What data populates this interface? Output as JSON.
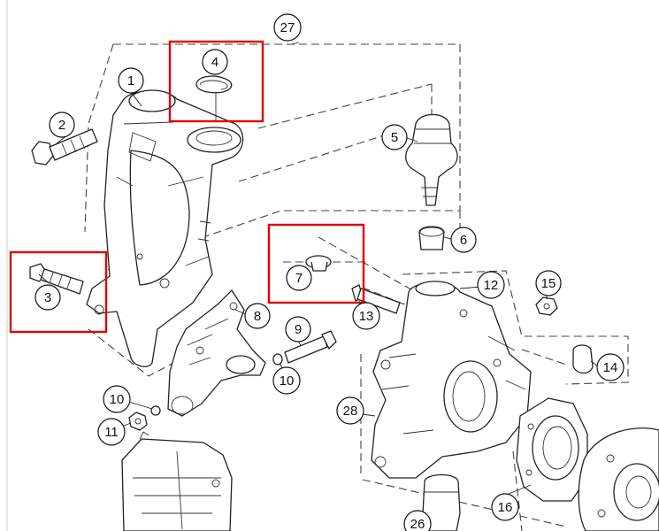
{
  "diagram": {
    "callouts": [
      {
        "id": "c27",
        "label": "27"
      },
      {
        "id": "c4",
        "label": "4"
      },
      {
        "id": "c1",
        "label": "1"
      },
      {
        "id": "c2",
        "label": "2"
      },
      {
        "id": "c5",
        "label": "5"
      },
      {
        "id": "c6",
        "label": "6"
      },
      {
        "id": "c7",
        "label": "7"
      },
      {
        "id": "c12",
        "label": "12"
      },
      {
        "id": "c15",
        "label": "15"
      },
      {
        "id": "c3",
        "label": "3"
      },
      {
        "id": "c13",
        "label": "13"
      },
      {
        "id": "c8",
        "label": "8"
      },
      {
        "id": "c9",
        "label": "9"
      },
      {
        "id": "c10a",
        "label": "10"
      },
      {
        "id": "c10b",
        "label": "10"
      },
      {
        "id": "c14",
        "label": "14"
      },
      {
        "id": "c11",
        "label": "11"
      },
      {
        "id": "c28",
        "label": "28"
      },
      {
        "id": "c16",
        "label": "16"
      },
      {
        "id": "c26",
        "label": "26"
      }
    ],
    "highlight_color": "#e00000",
    "line_color": "#222222"
  }
}
